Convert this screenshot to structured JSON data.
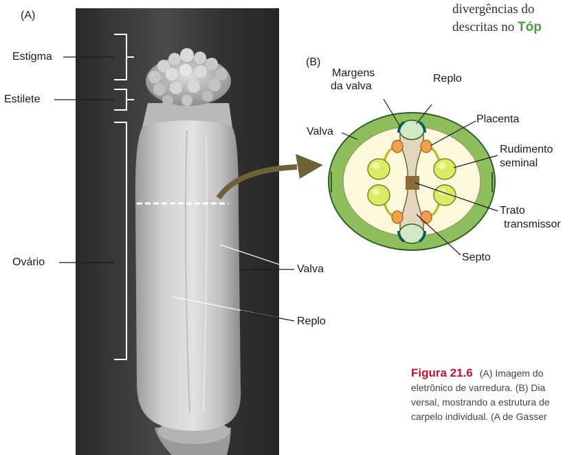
{
  "panel_a": {
    "panel_label": "(A)",
    "labels": {
      "estigma": "Estigma",
      "estilete": "Estilete",
      "ovario": "Ovário",
      "valva": "Valva",
      "replo": "Replo"
    }
  },
  "panel_b": {
    "panel_label": "(B)",
    "labels": {
      "margens_line1": "Margens",
      "margens_line2": "da valva",
      "replo": "Replo",
      "placenta": "Placenta",
      "valva": "Valva",
      "rudimento_line1": "Rudimento",
      "rudimento_line2": "seminal",
      "trato_line1": "Trato",
      "trato_line2": "transmissor",
      "septo": "Septo"
    }
  },
  "body_text": {
    "line1": "divergências do",
    "line2_prefix": "descritas no ",
    "line2_topic": "Tóp"
  },
  "caption": {
    "figure_label": "Figura 21.6",
    "line1": "(A) Imagem do",
    "line2": "eletrônico de varredura. (B) Dia",
    "line3": "versal, mostrando a estrutura de",
    "line4": "carpelo individual. (A de Gasser"
  },
  "colors": {
    "valva_green": "#8fbf5c",
    "cavity": "#fbf8dc",
    "ovule": "#d9ec64",
    "placenta": "#f0a04a",
    "septum": "#e2d6bf",
    "transmitting_tract": "#8a6d3b",
    "replum": "#d3e8c7",
    "arrow": "#6e6236",
    "figure_red": "#c8102e",
    "topic_green": "#4b9a3c"
  }
}
